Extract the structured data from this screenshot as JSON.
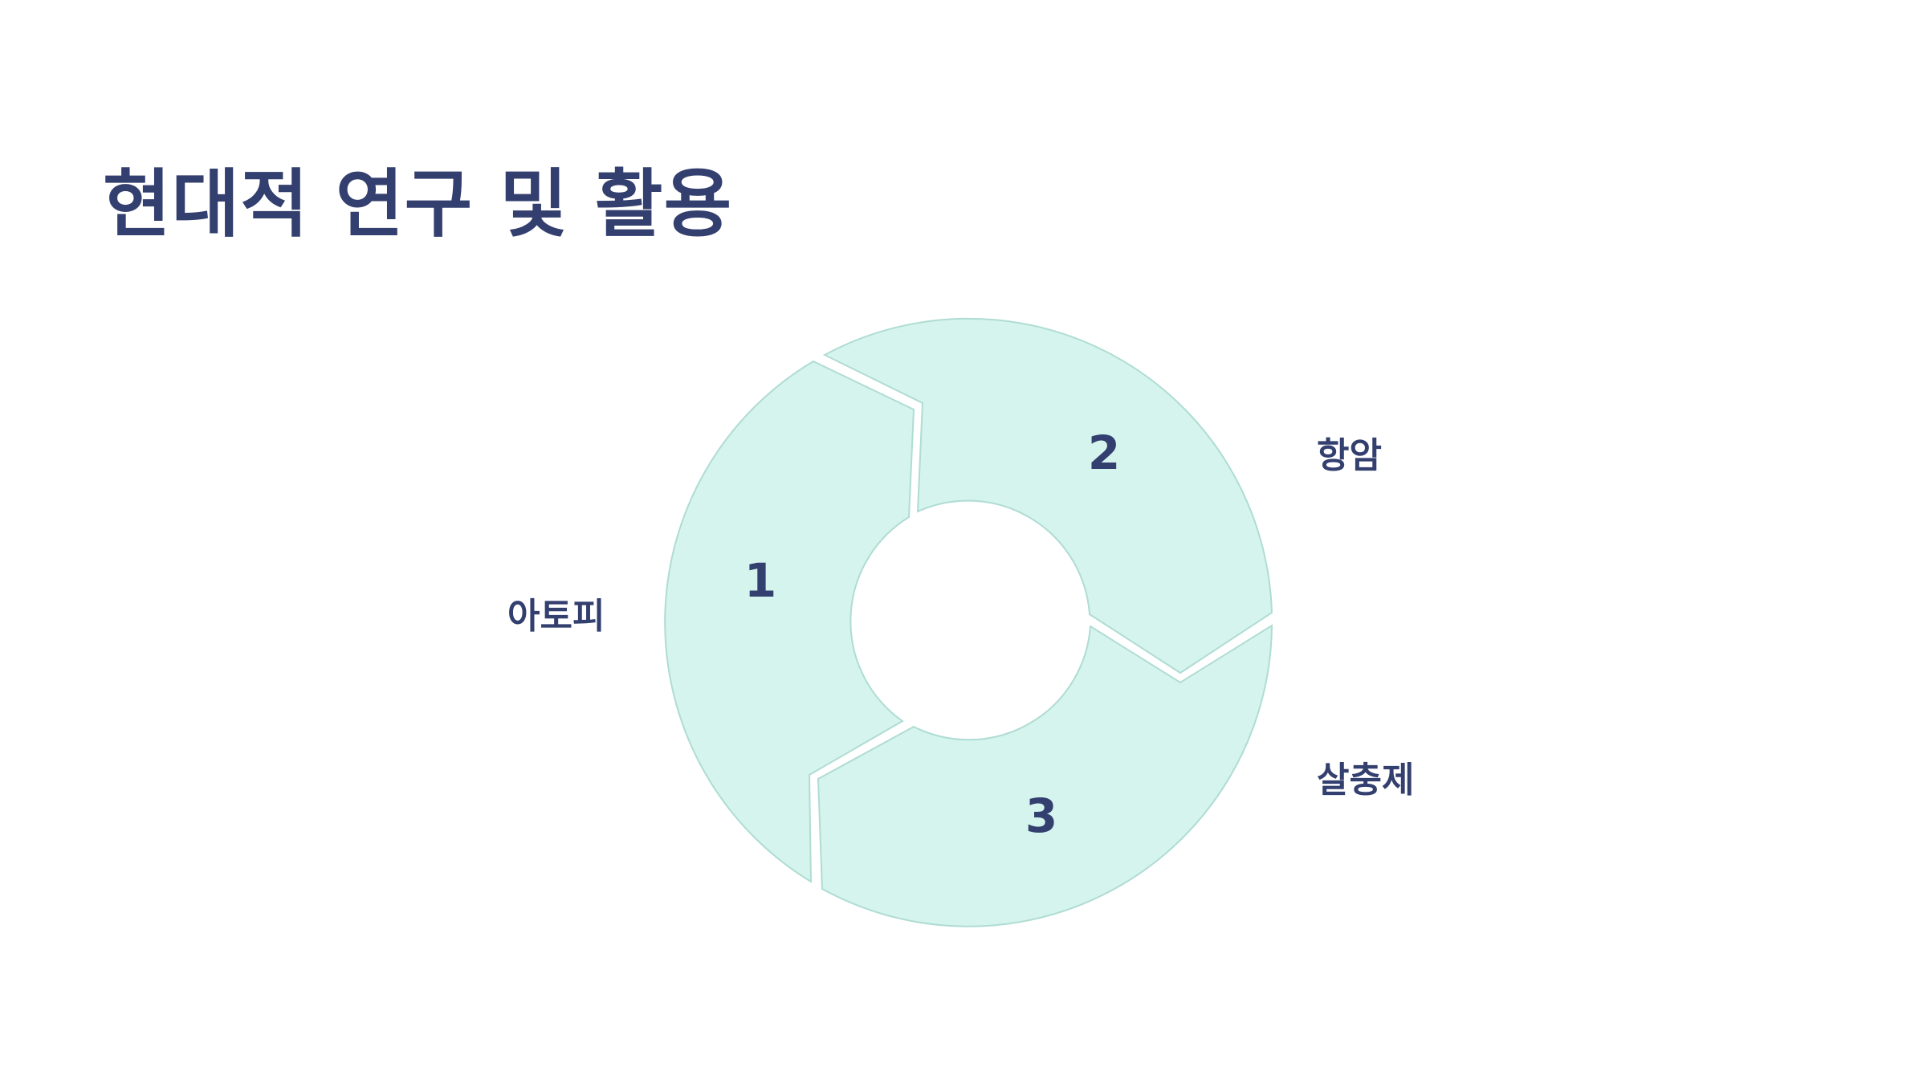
{
  "slide": {
    "title": "현대적 연구 및 활용"
  },
  "cycle": {
    "segments": [
      {
        "number": "1",
        "label": "아토피"
      },
      {
        "number": "2",
        "label": "항암"
      },
      {
        "number": "3",
        "label": "살충제"
      }
    ],
    "colors": {
      "fill": "#d5f4ee",
      "stroke": "#afdcd3",
      "text": "#333f6e"
    }
  }
}
